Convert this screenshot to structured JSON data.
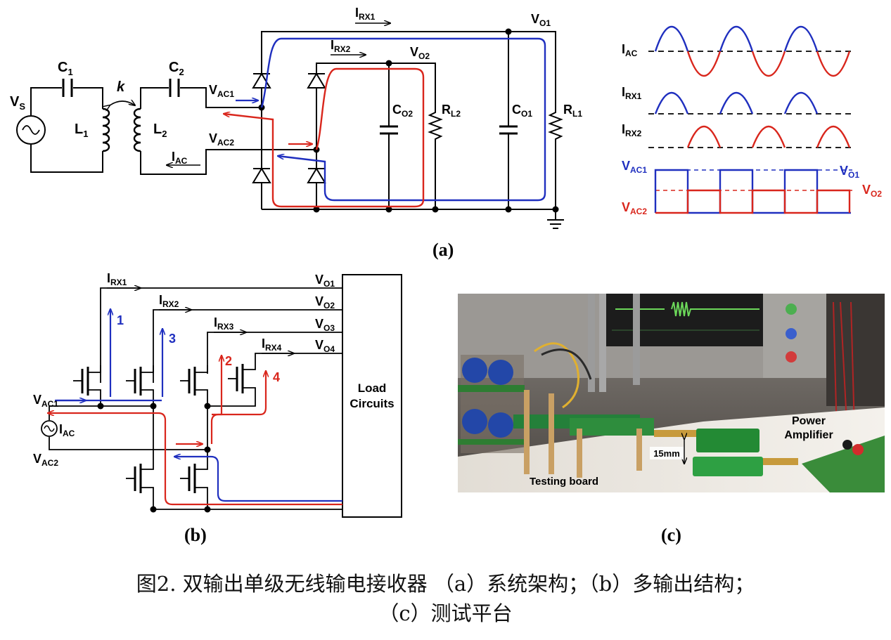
{
  "colors": {
    "blue": "#1f2fbf",
    "red": "#d9261c",
    "wire": "#000000",
    "pcb_green": "#1e8f2c"
  },
  "panel_a": {
    "label": "(a)",
    "vs": "V",
    "vs_sub": "S",
    "c1": "C",
    "c1_sub": "1",
    "c2": "C",
    "c2_sub": "2",
    "l1": "L",
    "l1_sub": "1",
    "l2": "L",
    "l2_sub": "2",
    "k": "k",
    "vac1": "V",
    "vac1_sub": "AC1",
    "vac2": "V",
    "vac2_sub": "AC2",
    "iac": "I",
    "iac_sub": "AC",
    "irx1": "I",
    "irx1_sub": "RX1",
    "irx2": "I",
    "irx2_sub": "RX2",
    "vo1": "V",
    "vo1_sub": "O1",
    "vo2": "V",
    "vo2_sub": "O2",
    "co1": "C",
    "co1_sub": "O1",
    "co2": "C",
    "co2_sub": "O2",
    "rl1": "R",
    "rl1_sub": "L1",
    "rl2": "R",
    "rl2_sub": "L2"
  },
  "waveforms": {
    "iac": "I",
    "iac_sub": "AC",
    "irx1": "I",
    "irx1_sub": "RX1",
    "irx2": "I",
    "irx2_sub": "RX2",
    "vac1": "V",
    "vac1_sub": "AC1",
    "vac2": "V",
    "vac2_sub": "AC2",
    "vo1": "V",
    "vo1_sub": "O1",
    "vo2": "V",
    "vo2_sub": "O2"
  },
  "panel_b": {
    "label": "(b)",
    "irx1": "I",
    "irx1_sub": "RX1",
    "irx2": "I",
    "irx2_sub": "RX2",
    "irx3": "I",
    "irx3_sub": "RX3",
    "irx4": "I",
    "irx4_sub": "RX4",
    "vo1": "V",
    "vo1_sub": "O1",
    "vo2": "V",
    "vo2_sub": "O2",
    "vo3": "V",
    "vo3_sub": "O3",
    "vo4": "V",
    "vo4_sub": "O4",
    "vac1": "V",
    "vac1_sub": "AC1",
    "vac2": "V",
    "vac2_sub": "AC2",
    "iac": "I",
    "iac_sub": "AC",
    "path1": "1",
    "path2": "2",
    "path3": "3",
    "path4": "4",
    "load_line1": "Load",
    "load_line2": "Circuits"
  },
  "panel_c": {
    "label": "(c)",
    "testing_board": "Testing board",
    "power_amp_line1": "Power",
    "power_amp_line2": "Amplifier",
    "distance": "15mm"
  },
  "caption": {
    "line1": "图2.  双输出单级无线输电接收器 （a）系统架构；（b）多输出结构；",
    "line2": "（c）测试平台"
  }
}
